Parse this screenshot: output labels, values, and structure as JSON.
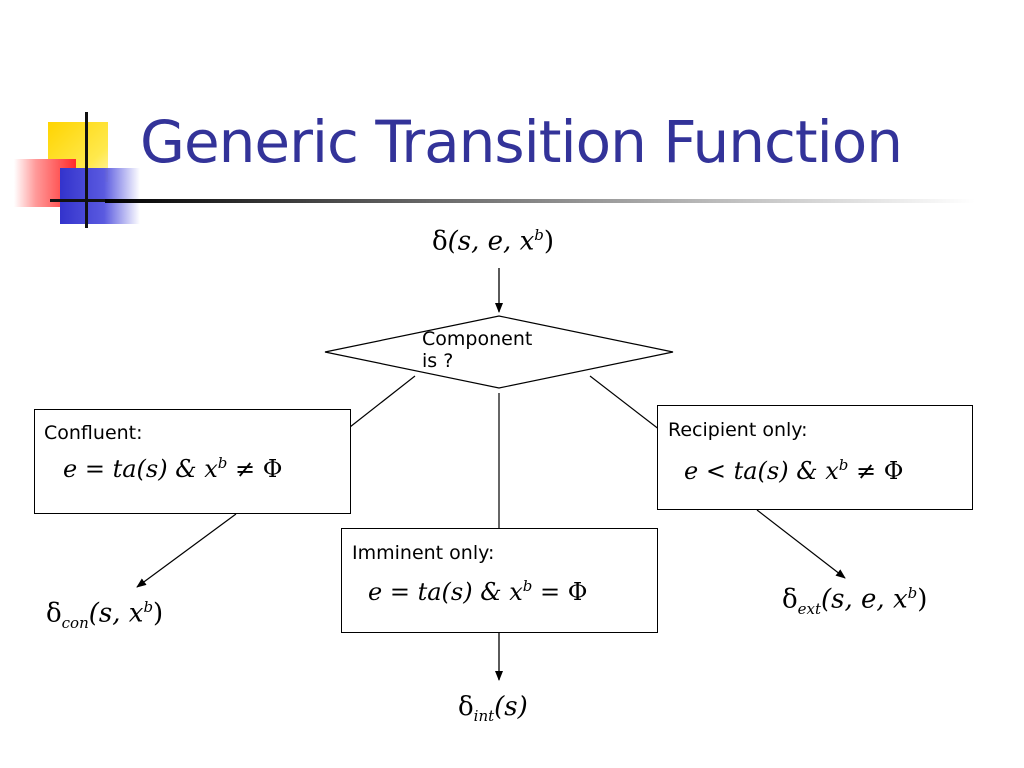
{
  "slide": {
    "title": "Generic Transition Function"
  },
  "diagram": {
    "top_expression": {
      "func": "δ",
      "args": "(s, e, x",
      "sup": "b",
      "close": ")"
    },
    "decision": {
      "line1": "Component",
      "line2": "is ?"
    },
    "confluent": {
      "label": "Confluent:",
      "condition": "e = ta(s) & x",
      "sup": "b",
      "rel": " ≠ Φ"
    },
    "recipient": {
      "label": "Recipient only:",
      "condition": "e < ta(s) & x",
      "sup": "b",
      "rel": " ≠ Φ"
    },
    "imminent": {
      "label": "Imminent only:",
      "condition": "e = ta(s) & x",
      "sup": "b",
      "rel": " = Φ"
    },
    "outputs": {
      "con": {
        "func": "δ",
        "sub": "con",
        "args": "(s, x",
        "sup": "b",
        "close": ")"
      },
      "ext": {
        "func": "δ",
        "sub": "ext",
        "args": "(s, e, x",
        "sup": "b",
        "close": ")"
      },
      "int": {
        "func": "δ",
        "sub": "int",
        "args": "(s)"
      }
    }
  }
}
